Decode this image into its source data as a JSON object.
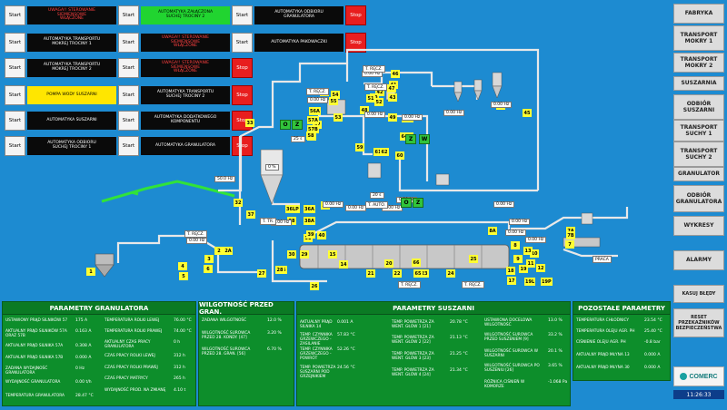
{
  "controls": [
    {
      "start": "Start",
      "label": "UWAGA!! STEROWANIE\nSIEMIENSOWE\nWŁĄCZONE",
      "stop": "Stop",
      "style": "warn"
    },
    {
      "start": "Start",
      "label": "AUTOMATYKA ZAŁĄCZONA\nSUCHEJ TROCINY 2",
      "stop": "Stop",
      "style": "green"
    },
    {
      "start": "Start",
      "label": "AUTOMATYKA ODBIORU\nGRANULATORA",
      "stop": "Stop",
      "style": "black"
    },
    {
      "start": "Start",
      "label": "AUTOMATYKA TRANSPORTU\nMOKREJ TROCINY 1",
      "stop": "Stop",
      "style": "black"
    },
    {
      "start": "Start",
      "label": "UWAGA!! STEROWANIE\nSIEMIENSOWE\nWŁĄCZONE",
      "stop": "Stop",
      "style": "warn"
    },
    {
      "start": "Start",
      "label": "AUTOMATYKA PAKOWACZKI",
      "stop": "Stop",
      "style": "black"
    },
    {
      "start": "Start",
      "label": "AUTOMATYKA TRANSPORTU\nMOKREJ TROCINY 2",
      "stop": "Stop",
      "style": "black"
    },
    {
      "start": "Start",
      "label": "UWAGA!! STEROWANIE\nSIEMIENSOWE\nWŁĄCZONE",
      "stop": "Stop",
      "style": "warn"
    },
    {
      "start": "Start",
      "label": "POMPA WODY SUSZARNI",
      "stop": "Stop",
      "style": "yellow"
    },
    {
      "start": "Start",
      "label": "AUTOMATYKA TRANSPORTU\nSUCHEJ TROCINY 2",
      "stop": "Stop",
      "style": "black"
    },
    {
      "start": "Start",
      "label": "AUTOMATYKA SUSZARNI",
      "stop": "Stop",
      "style": "black"
    },
    {
      "start": "Start",
      "label": "AUTOMATYKA DODATKOWEGO\nKOMPONENTU",
      "stop": "Stop",
      "style": "black"
    },
    {
      "start": "Start",
      "label": "AUTOMATYKA ODBIORU\nSUCHEJ TROCINY 1",
      "stop": "Stop",
      "style": "black"
    },
    {
      "start": "Start",
      "label": "AUTOMATYKA GRANULATORA",
      "stop": "Stop",
      "style": "black"
    }
  ],
  "side_menu": [
    "FABRYKA",
    "TRANSPORT\nMOKRY 1",
    "TRANSPORT\nMOKRY 2",
    "SUSZARNIA",
    "ODBIÓR\nSUSZARNI",
    "TRANSPORT\nSUCHY 1",
    "TRANSPORT\nSUCHY 2",
    "GRANULATOR",
    "ODBIÓR\nGRANULATORA",
    "WYKRESY",
    "ALARMY",
    "KASUJ BŁĘDY",
    "RESET\nPRZEKAŹNIKÓW\nBEZPIECZEŃSTWA"
  ],
  "diagram": {
    "numbers": [
      "1",
      "2",
      "2A",
      "3",
      "4",
      "5",
      "6",
      "7",
      "7A",
      "7B",
      "8",
      "8A",
      "9",
      "10",
      "11",
      "12",
      "13",
      "14",
      "15",
      "16",
      "17",
      "18",
      "19",
      "19L",
      "19P",
      "20",
      "21",
      "22",
      "23",
      "24",
      "25",
      "26",
      "27",
      "28",
      "29",
      "30",
      "31",
      "32",
      "33",
      "34",
      "35",
      "36",
      "36A",
      "36LP",
      "37",
      "38",
      "38A",
      "39",
      "40",
      "41",
      "42",
      "43",
      "44",
      "45",
      "46",
      "47",
      "48",
      "49",
      "49A",
      "50",
      "51",
      "52",
      "53",
      "54",
      "55",
      "56",
      "56A",
      "57",
      "57A",
      "57B",
      "58",
      "59",
      "60",
      "61",
      "62",
      "63",
      "64",
      "65",
      "66"
    ],
    "hz": [
      "0.00 Hz",
      "0.00 Hz",
      "0.00 Hz",
      "0.00 Hz",
      "0.00 Hz",
      "0.00 Hz",
      "0.00 Hz",
      "0.00 Hz",
      "0.00 Hz",
      "0.00 Hz",
      "0.00 Hz",
      "0.00 Hz",
      "0.00 Hz",
      "50.0 Hz",
      "25 s",
      "20 s",
      "0 %",
      "0.00 Hz",
      "0.00 Hz",
      "0.00 Hz"
    ],
    "tags": [
      "T. RĘCZ.",
      "T. RĘCZ.",
      "T. RĘCZ.",
      "T. RĘCZ.",
      "T. RĘCZ.",
      "T. RĘCZ.",
      "T. TR.",
      "T. AUTO.",
      "PRACA"
    ],
    "oz": [
      "O",
      "Z",
      "Z",
      "W",
      "O",
      "Z"
    ]
  },
  "panels": {
    "granulator": {
      "title": "PARAMETRY GRANULATORA",
      "left": [
        {
          "label": "USTAWIONY PRĄD SILNIKÓW 57",
          "value": "175 A"
        },
        {
          "label": "AKTUALNY PRĄD SILNIKÓW 57A ORAZ 57B",
          "value": "0.163 A"
        },
        {
          "label": "AKTUALNY PRĄD SILNIKA 57A",
          "value": "0.308 A"
        },
        {
          "label": "AKTUALNY PRĄD SILNIKA 57B",
          "value": "0.000 A"
        },
        {
          "label": "ZADANA WYDAJNOŚĆ GRANULATORA",
          "value": "0 Hz"
        },
        {
          "label": "WYDAJNOŚĆ GRANULATORA",
          "value": "0.00 t/h"
        },
        {
          "label": "TEMPERATURA GRANULATORA",
          "value": "28.47 °C"
        }
      ],
      "right": [
        {
          "label": "TEMPERATURA ROLKI LEWEJ",
          "value": "76.00 °C"
        },
        {
          "label": "TEMPERATURA ROLKI PRAWEJ",
          "value": "74.00 °C"
        },
        {
          "label": "AKTUALNY CZAS PRACY GRANULATORA",
          "value": "0 h"
        },
        {
          "label": "CZAS PRACY ROLKI LEWEJ",
          "value": "312 h"
        },
        {
          "label": "CZAS PRACY ROLKI PRAWEJ",
          "value": "312 h"
        },
        {
          "label": "CZAS PRACY MATRYCY",
          "value": "265 h"
        },
        {
          "label": "WYDAJNOŚĆ PROD. NA ZMIANĘ",
          "value": "4.10 t"
        }
      ]
    },
    "wilgotnosc": {
      "title": "WILGOTNOŚĆ PRZED GRAN.",
      "rows": [
        {
          "label": "ZADANA WILGOTNOŚĆ",
          "value": "12.0 %"
        },
        {
          "label": "WILGOTNOŚĆ SUROWCA PRZED 28. KONDY. [47]",
          "value": "3.20 %"
        },
        {
          "label": "WILGOTNOŚĆ SUROWCA PRZED 28. GRAN. [56]",
          "value": "6.70 %"
        }
      ]
    },
    "suszarni": {
      "title": "PARAMETRY SUSZARNI",
      "col1": [
        {
          "label": "AKTUALNY PRĄD SILNIKA 14",
          "value": "0.001 A"
        },
        {
          "label": "TEMP. CZYNNIKA GRZEWCZEGO - ZASILANIE",
          "value": "57.83 °C"
        },
        {
          "label": "TEMP. CZYNNIKA GRZEWCZEGO - POWRÓT",
          "value": "52.26 °C"
        },
        {
          "label": "TEMP. POWIETRZA SUSZARNI POD GRZEJNIKIEM",
          "value": "24.56 °C"
        }
      ],
      "col2": [
        {
          "label": "TEMP. POWIETRZA ZA WENT. GŁÓW 1 [21]",
          "value": "20.78 °C"
        },
        {
          "label": "TEMP. POWIETRZA ZA WENT. GŁÓW 2 [22]",
          "value": "21.13 °C"
        },
        {
          "label": "TEMP. POWIETRZA ZA WENT. GŁÓW 3 [23]",
          "value": "21.25 °C"
        },
        {
          "label": "TEMP. POWIETRZA ZA WENT. GŁÓW 4 [24]",
          "value": "21.34 °C"
        }
      ],
      "col3": [
        {
          "label": "USTAWIONA DOCELOWA WILGOTNOŚĆ",
          "value": "13.0 %"
        },
        {
          "label": "WILGOTNOŚĆ SUROWCA PRZED SUSZENIEM [9]",
          "value": "33.2 %"
        },
        {
          "label": "WILGOTNOŚĆ SUROWCA W SUSZARNI",
          "value": "20.1 %"
        },
        {
          "label": "WILGOTNOŚĆ SUROWCA PO SUSZENIU [26]",
          "value": "3.65 %"
        },
        {
          "label": "RÓŻNICA CIŚNIEŃ W KOMORZE",
          "value": "-1.068 Pa"
        }
      ]
    },
    "pozostale": {
      "title": "POZOSTAŁE PARAMETRY",
      "rows": [
        {
          "label": "TEMPERATURA CHŁODNICY",
          "value": "23.54 °C"
        },
        {
          "label": "TEMPERATURA OLEJU AGR. PH",
          "value": "25.40 °C"
        },
        {
          "label": "CIŚNIENIE OLEJU AGR. PH",
          "value": "-0.8 bar"
        },
        {
          "label": "AKTUALNY PRĄD MŁYNA 13",
          "value": "0.000 A"
        },
        {
          "label": "AKTUALNY PRĄD MŁYNA 30",
          "value": "0.000 A"
        }
      ]
    }
  },
  "logo": "COMERC",
  "clock": "11:26:33",
  "colors": {
    "background": "#1d8bd1",
    "panel": "#0d8e2b",
    "stop": "#e81e1e",
    "number": "#ffff33"
  }
}
